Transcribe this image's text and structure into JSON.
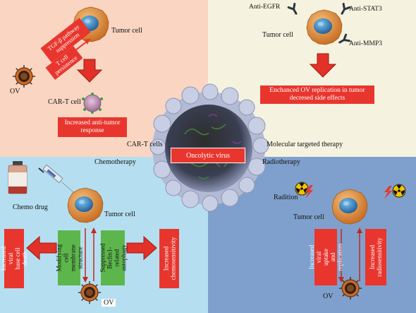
{
  "quadrants": {
    "car_t": {
      "tumor_cell": "Tumor cell",
      "tgf_box": "TGF-β pathway suppression",
      "tcell_box": "T cell persistence",
      "ov": "OV",
      "car_t_cell": "CAR-T cell",
      "result": "Increased anti-tumor response",
      "title": "CAR-T cells",
      "bg_color": "#f9d5c2"
    },
    "targeted": {
      "anti_egfr": "Anti-EGFR",
      "anti_stat3": "Anti-STAT3",
      "tumor_cell": "Tumor cell",
      "anti_mmp3": "Anti-MMP3",
      "result": "Enchanced OV replication in tumor decresed side effects",
      "title": "Molecular targeted therapy",
      "bg_color": "#f5f2df"
    },
    "chemo": {
      "title": "Chemotherapy",
      "drug": "Chemo drug",
      "tumor_cell": "Tumor cell",
      "left_box": "Increased viral base cell death",
      "green1": "Modifying cell membrane structure",
      "green2": "Suppressed Beclin1-related autophagy",
      "right_box": "Increased chemosensitivity",
      "ov": "OV",
      "bg_color": "#b5dff0"
    },
    "radio": {
      "title": "Radiotherapy",
      "radiation": "Radition",
      "tumor_cell": "Tumor cell",
      "box1": "Increased viral uptake and replication",
      "box2": "Increased radiosensitivity",
      "ov": "OV",
      "bg_color": "#7fa0cc"
    }
  },
  "center": {
    "label": "Oncolytic virus"
  },
  "colors": {
    "red": "#e8362e",
    "green": "#5db64c",
    "tumor_orange": "#e6963c",
    "nucleus_blue": "#2f7fc0"
  }
}
